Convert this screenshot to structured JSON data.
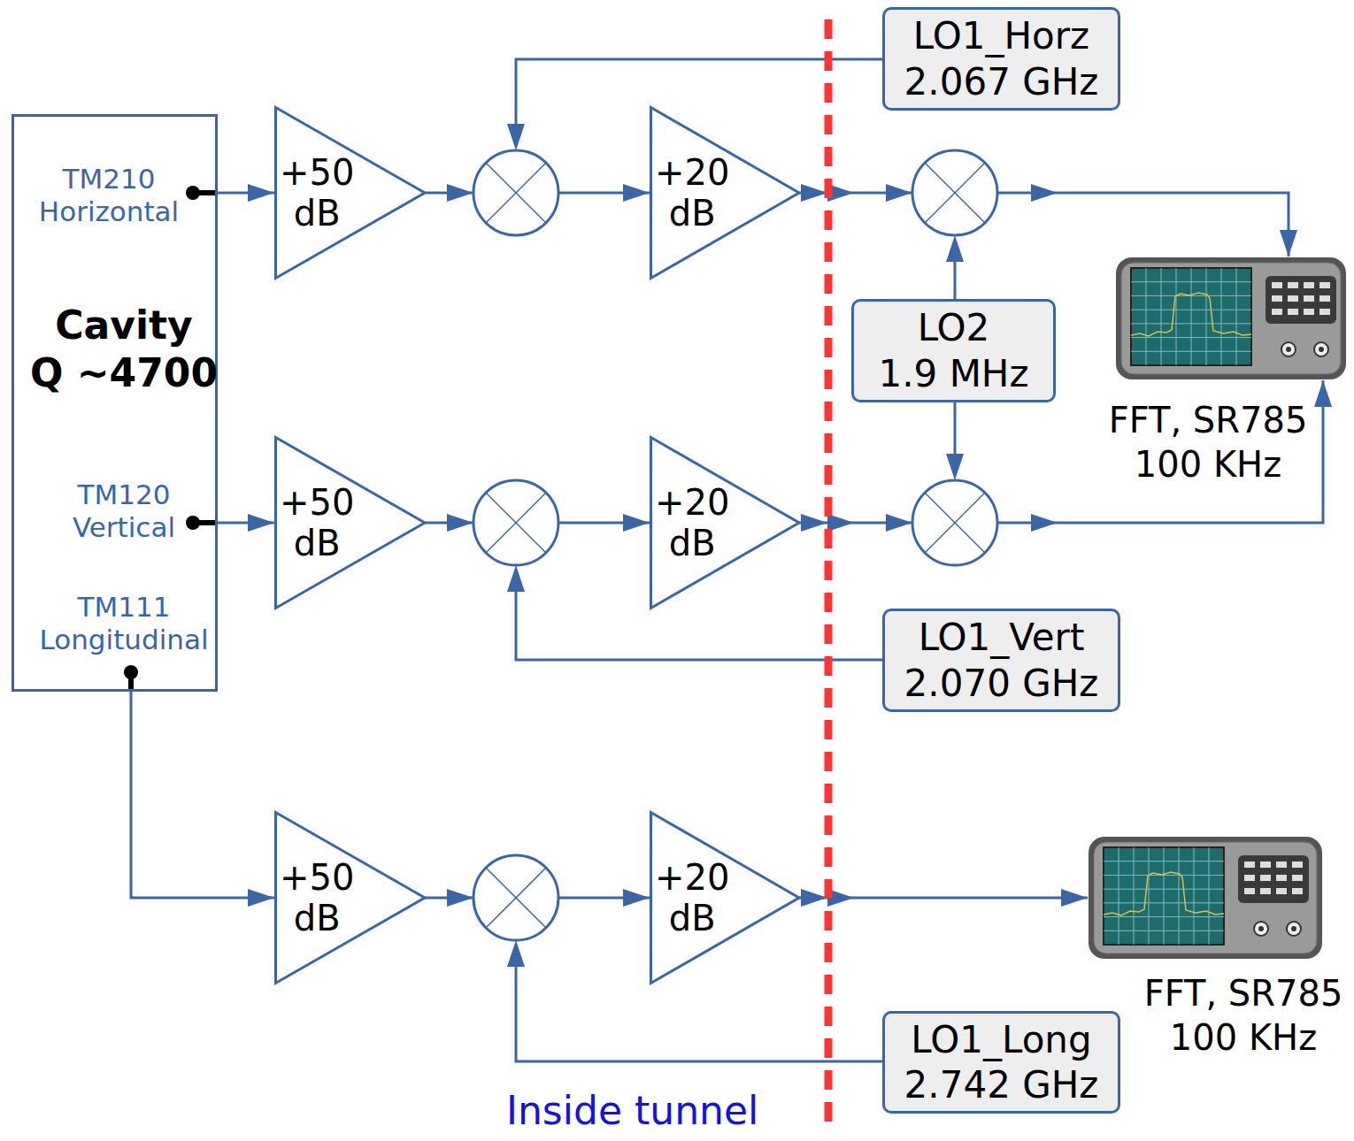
{
  "diagram": {
    "nodes": [
      {
        "text": [
          "TM210 Horizontal",
          "Cavity",
          "Q ~4700",
          "TM120 Vertical",
          "TM111 Longitudinal"
        ]
      },
      {
        "text": [
          "+50 dB"
        ]
      },
      {
        "text": [
          "+20 dB"
        ]
      },
      {
        "text": [
          "LO1_Horz",
          "2.067 GHz"
        ]
      },
      {
        "text": [
          "LO2",
          "1.9 MHz"
        ]
      },
      {
        "text": [
          "FFT, SR785",
          "100 KHz"
        ]
      },
      {
        "text": [
          "+50 dB"
        ]
      },
      {
        "text": [
          "+20 dB"
        ]
      },
      {
        "text": [
          "LO1_Vert",
          "2.070 GHz"
        ]
      },
      {
        "text": [
          "+50 dB"
        ]
      },
      {
        "text": [
          "+20 dB"
        ]
      },
      {
        "text": [
          "FFT, SR785",
          "100 KHz"
        ]
      },
      {
        "text": [
          "LO1_Long",
          "2.742 GHz"
        ]
      }
    ],
    "edges": [
      {
        "from": 0,
        "to": 1,
        "arrow": "to"
      },
      {
        "from": 1,
        "to": 2,
        "arrow": "to"
      },
      {
        "from": 2,
        "to": 5,
        "arrow": "to"
      },
      {
        "from": 0,
        "to": 6,
        "arrow": "to"
      },
      {
        "from": 6,
        "to": 7,
        "arrow": "to"
      },
      {
        "from": 7,
        "to": 5,
        "arrow": "to"
      },
      {
        "from": 0,
        "to": 9,
        "arrow": "to"
      },
      {
        "from": 9,
        "to": 10,
        "arrow": "to"
      },
      {
        "from": 10,
        "to": 11,
        "arrow": "to"
      }
    ],
    "labels": [
      "Inside tunnel"
    ]
  }
}
